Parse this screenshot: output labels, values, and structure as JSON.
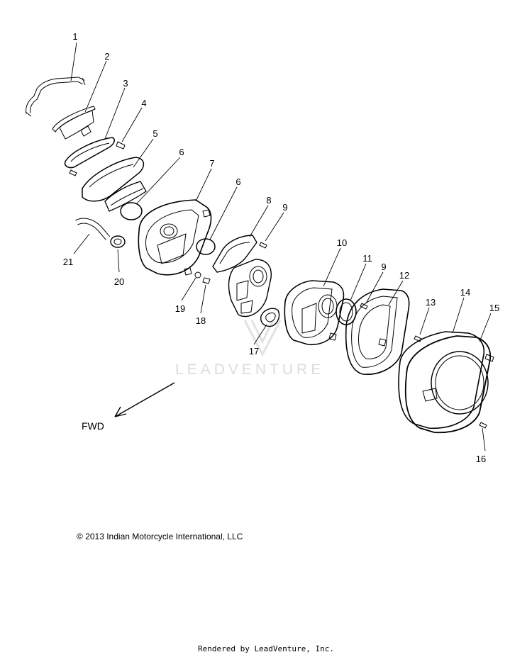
{
  "diagram": {
    "callouts": [
      "1",
      "2",
      "3",
      "4",
      "5",
      "6",
      "7",
      "6",
      "8",
      "9",
      "10",
      "11",
      "9",
      "12",
      "13",
      "14",
      "15",
      "16",
      "17",
      "18",
      "19",
      "20",
      "21"
    ],
    "direction_label": "FWD",
    "watermark": "LEADVENTURE",
    "copyright": "2013 Indian Motorcycle International, LLC",
    "rendered_by": "Rendered by LeadVenture, Inc."
  }
}
